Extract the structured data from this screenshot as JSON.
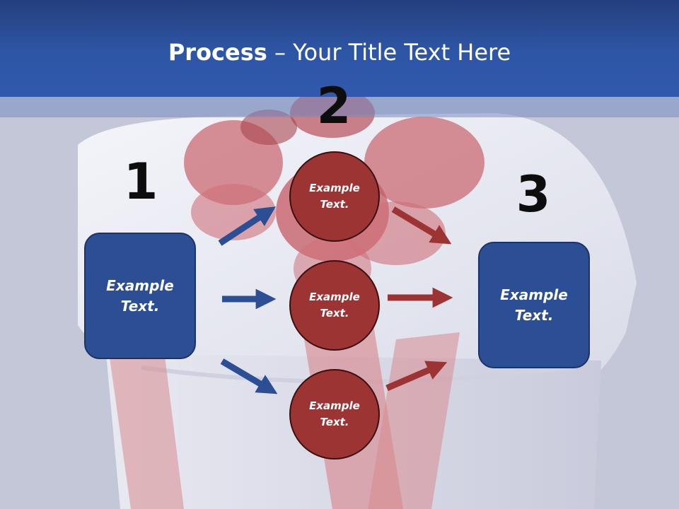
{
  "slide": {
    "title_bold": "Process",
    "title_rest": " – Your Title Text Here"
  },
  "steps": {
    "step1_number": "1",
    "step2_number": "2",
    "step3_number": "3"
  },
  "nodes": {
    "left_box": "Example Text.",
    "circle_top": "Example Text.",
    "circle_middle": "Example Text.",
    "circle_bottom": "Example Text.",
    "right_box": "Example Text."
  },
  "colors": {
    "header": "#2e56a6",
    "box_fill": "#2b4e94",
    "circle_fill": "#9c3434",
    "blue_arrow": "#2b4e94",
    "red_arrow": "#9c3434"
  }
}
